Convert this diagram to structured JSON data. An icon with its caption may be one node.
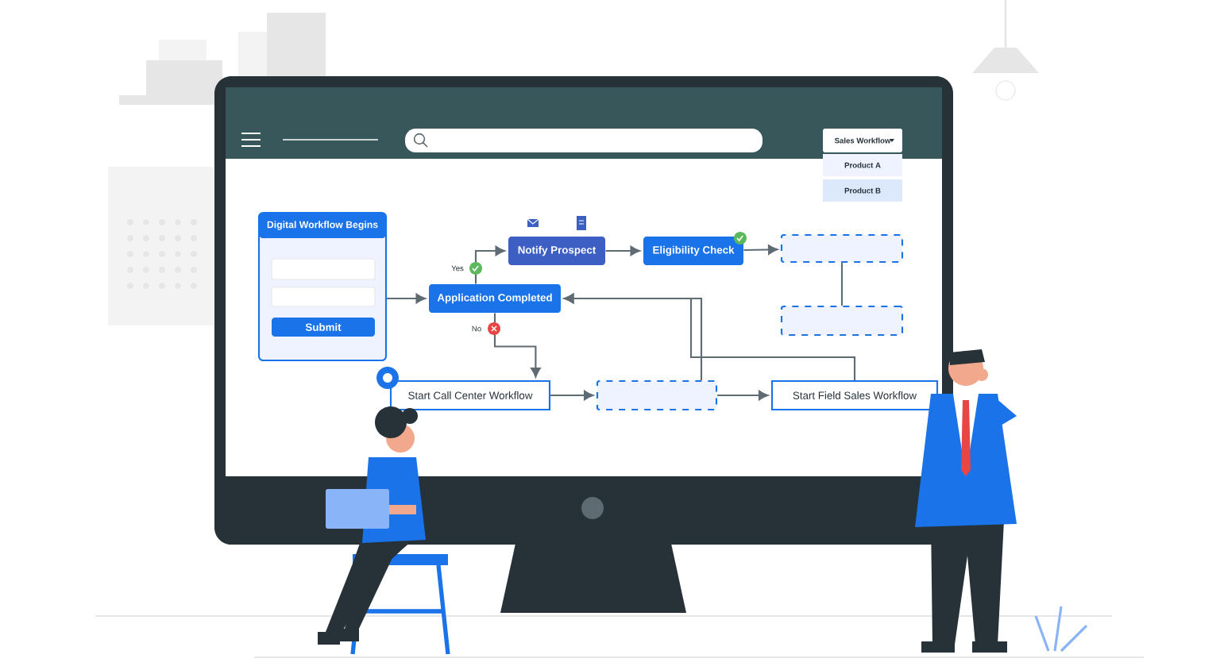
{
  "diagram": {
    "nodes": [
      {
        "text": [],
        "shape": "box"
      },
      {
        "text": [
          "Digital Workflow Begins"
        ],
        "in": 0
      },
      {
        "text": [
          "Submit"
        ],
        "in": 0
      },
      {
        "text": [
          "Application Completed"
        ]
      },
      {
        "text": [
          "Notify Prospect"
        ]
      },
      {
        "text": [
          "Eligibility Check"
        ]
      },
      {
        "text": [],
        "shape": "box"
      },
      {
        "text": [],
        "shape": "box"
      },
      {
        "text": [
          "Start Call Center Workflow"
        ]
      },
      {
        "text": [],
        "shape": "box"
      },
      {
        "text": [
          "Start Field Sales Workflow"
        ]
      },
      {
        "text": [
          "Sales Workflow"
        ]
      },
      {
        "text": [
          "Product A"
        ]
      },
      {
        "text": [
          "Product B"
        ]
      }
    ],
    "edges": [
      {
        "from": 0,
        "to": 3,
        "arrow": "to"
      },
      {
        "from": 3,
        "to": 4,
        "arrow": "to",
        "label": "Yes"
      },
      {
        "from": 3,
        "to": 8,
        "arrow": "to",
        "label": "No"
      },
      {
        "from": 4,
        "to": 5,
        "arrow": "to"
      },
      {
        "from": 5,
        "to": 6,
        "arrow": "to"
      },
      {
        "from": 6,
        "to": 7,
        "arrow": "none"
      },
      {
        "from": 8,
        "to": 9,
        "arrow": "to"
      },
      {
        "from": 9,
        "to": 10,
        "arrow": "to"
      },
      {
        "from": 9,
        "to": 3,
        "arrow": "to"
      },
      {
        "from": 10,
        "to": 3,
        "arrow": "to"
      }
    ]
  }
}
